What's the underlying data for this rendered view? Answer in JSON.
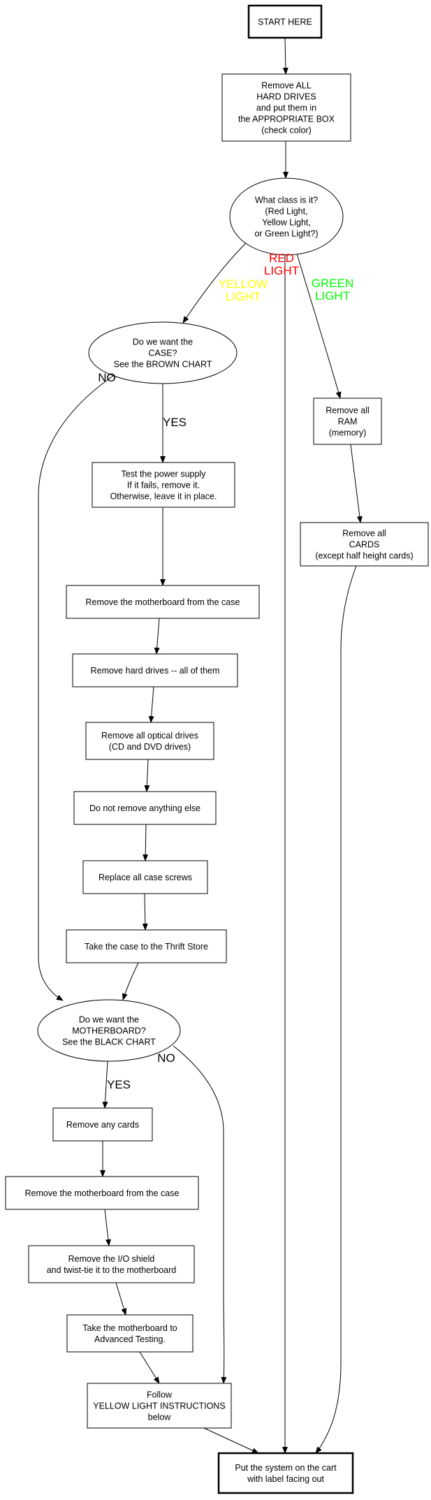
{
  "colors": {
    "line": "#000000",
    "red_light": "#ff0000",
    "yellow_light": "#ffff00",
    "green_light": "#00ff00"
  },
  "nodes": {
    "start": [
      "START HERE"
    ],
    "remove_hdd": [
      "Remove ALL",
      "HARD DRIVES",
      "and put them in",
      "the APPROPRIATE BOX",
      "(check color)"
    ],
    "class_q": [
      "What class is it?",
      "(Red Light,",
      "Yellow Light,",
      "or Green Light?)"
    ],
    "case_q": [
      "Do we want the",
      "CASE?",
      "See the BROWN CHART"
    ],
    "psu": [
      "Test the power supply",
      "If it fails, remove it.",
      "Otherwise, leave it in place."
    ],
    "mobo_case": [
      "Remove the motherboard from the case"
    ],
    "hdds": [
      "Remove hard drives -- all of them"
    ],
    "optical": [
      "Remove all optical drives",
      "(CD and DVD drives)"
    ],
    "nothing_else": [
      "Do not remove anything else"
    ],
    "screws": [
      "Replace all case screws"
    ],
    "thrift": [
      "Take the case to the Thrift Store"
    ],
    "mobo_q": [
      "Do we want the",
      "MOTHERBOARD?",
      "See the BLACK CHART"
    ],
    "any_cards": [
      "Remove any cards"
    ],
    "mobo_case2": [
      "Remove the motherboard from the case"
    ],
    "io_shield": [
      "Remove the I/O shield",
      "and twist-tie it to the motherboard"
    ],
    "adv_test": [
      "Take the motherboard to",
      "Advanced Testing."
    ],
    "follow_yellow": [
      "Follow",
      "YELLOW LIGHT INSTRUCTIONS",
      "below"
    ],
    "ram": [
      "Remove all",
      "RAM",
      "(memory)"
    ],
    "cards": [
      "Remove all",
      "CARDS",
      "(except half height cards)"
    ],
    "cart": [
      "Put the system on the cart",
      "with label facing out"
    ]
  },
  "edge_labels": {
    "red": [
      "RED",
      "LIGHT"
    ],
    "yellow": [
      "YELLOW",
      "LIGHT"
    ],
    "green": [
      "GREEN",
      "LIGHT"
    ],
    "yes1": [
      "YES"
    ],
    "no1": [
      "NO"
    ],
    "yes2": [
      "YES"
    ],
    "no2": [
      "NO"
    ]
  }
}
